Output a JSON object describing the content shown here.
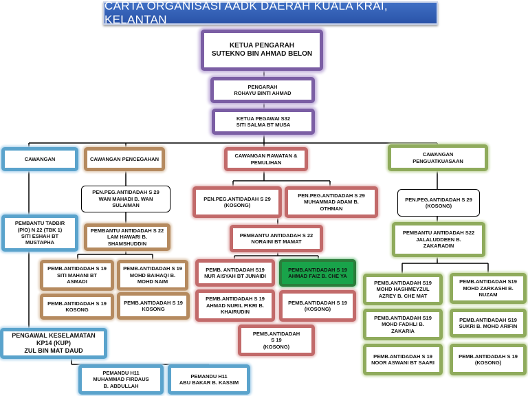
{
  "title": "CARTA ORGANISASI  AADK DAERAH KUALA KRAI, KELANTAN",
  "nodes": {
    "ketua_pengarah": [
      "KETUA PENGARAH",
      "SUTEKNO BIN AHMAD BELON"
    ],
    "pengarah": [
      "PENGARAH",
      "ROHAYU BINTI AHMAD"
    ],
    "ketua_pegawai": [
      "KETUA PEGAWAI S32",
      "SITI SALMA BT MUSA"
    ],
    "cawangan": [
      "CAWANGAN"
    ],
    "cawangan_pencegahan": [
      "CAWANGAN PENCEGAHAN"
    ],
    "cawangan_rawatan": [
      "CAWANGAN RAWATAN &",
      "PEMULIHAN"
    ],
    "cawangan_penguatkuasaan": [
      "CAWANGAN",
      "PENGUATKUASAAN"
    ],
    "pembantu_tadbir": [
      "PEMBANTU TADBIR",
      "(P/O) N 22 (TBK 1)",
      "SITI ESHAH BT",
      "MUSTAPHA"
    ],
    "pengawal": [
      "PENGAWAL KESELAMATAN",
      "KP14 (KUP)",
      "ZUL BIN MAT DAUD"
    ],
    "pemandu_1": [
      "PEMANDU H11",
      "MUHAMMAD FIRDAUS",
      "B. ABDULLAH"
    ],
    "pemandu_2": [
      "PEMANDU H11",
      "ABU BAKAR B. KASSIM"
    ],
    "pencegahan_peg": [
      "PEN.PEG.ANTIDADAH S 29",
      "WAN MAHADI B. WAN",
      "SULAIMAN"
    ],
    "pencegahan_s22": [
      "PEMBANTU ANTIDADAH S 22",
      "LAM HAWARI B.",
      "SHAMSHUDDIN"
    ],
    "pencegahan_s19_a": [
      "PEMB.ANTIDADAH S 19",
      "SITI MAHANI BT",
      "ASMADI"
    ],
    "pencegahan_s19_b": [
      "PEMB.ANTIDADAH S 19",
      "MOHD BAIHAQI B.",
      "MOHD NAIM"
    ],
    "pencegahan_s19_c": [
      "PEMB.ANTIDADAH S 19",
      "KOSONG"
    ],
    "pencegahan_s19_d": [
      "PEMB.ANTIDADAH S 19",
      "KOSONG"
    ],
    "rawatan_peg_a": [
      "PEN.PEG.ANTIDADAH S 29",
      "(KOSONG)"
    ],
    "rawatan_peg_b": [
      "PEN.PEG.ANTIDADAH S 29",
      "MUHAMMAD ADAM B.",
      "OTHMAN"
    ],
    "rawatan_s22": [
      "PEMBANTU ANTIDADAH S 22",
      "NORAINI BT MAMAT"
    ],
    "rawatan_s19_a": [
      "PEMB. ANTIDADAH S19",
      "NUR AISYAH BT JUNAIDI"
    ],
    "rawatan_s19_b": [
      "PEMB.ANTIDADAH S 19",
      "AHMAD FAIZ B. CHE YA"
    ],
    "rawatan_s19_c": [
      "PEMB.ANTIDADAH S 19",
      "AHMAD NURIL FIKRI B.",
      "KHAIRUDIN"
    ],
    "rawatan_s19_d": [
      "PEMB.ANTIDADAH S 19",
      "(KOSONG)"
    ],
    "rawatan_s19_e": [
      "PEMB.ANTIDADAH",
      "S 19",
      "(KOSONG)"
    ],
    "kuasa_peg": [
      "PEN.PEG.ANTIDADAH S 29",
      "(KOSONG)"
    ],
    "kuasa_s22": [
      "PEMBANTU ANTIDADAH S22",
      "JALALUDDEEN B.",
      "ZAKARADIN"
    ],
    "kuasa_s19_a": [
      "PEMB.ANTIDADAH S19",
      "MOHD HASHMEYZUL",
      "AZREY B. CHE MAT"
    ],
    "kuasa_s19_b": [
      "PEMB.ANTIDADAH S19",
      "MOHD ZARKASHI B.",
      "NUZAM"
    ],
    "kuasa_s19_c": [
      "PEMB.ANTIDADAH  S19",
      "MOHD FADHLI B.",
      "ZAKARIA"
    ],
    "kuasa_s19_d": [
      "PEMB.ANTIDADAH S19",
      "SUKRI B. MOHD ARIFIN"
    ],
    "kuasa_s19_e": [
      "PEMB.ANTIDADAH S 19",
      "NOOR ASWANI BT SAARI"
    ],
    "kuasa_s19_f": [
      "PEMB.ANTIDADAH S 19",
      "(KOSONG)"
    ]
  }
}
